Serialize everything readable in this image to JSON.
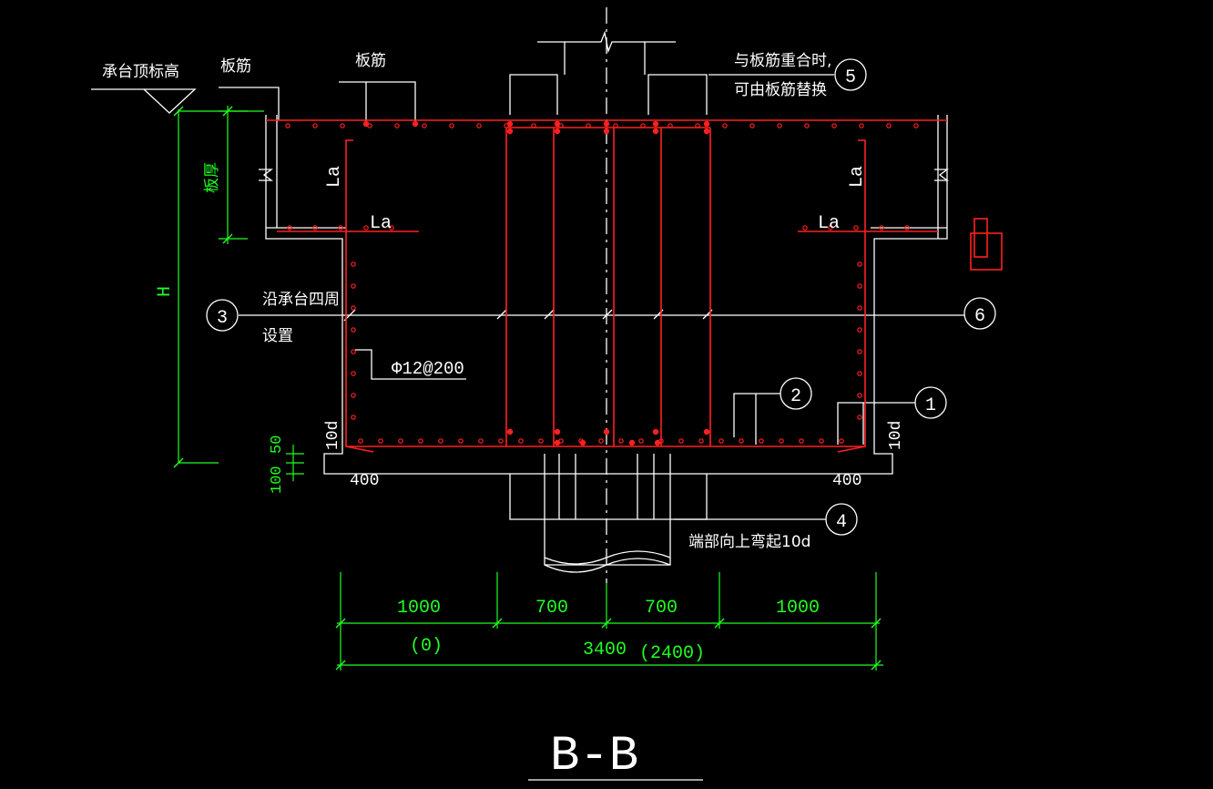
{
  "labels": {
    "cap_top_elev": "承台顶标高",
    "slab_rebar_1": "板筋",
    "slab_rebar_2": "板筋",
    "note5_line1": "与板筋重合时,",
    "note5_line2": "可由板筋替换",
    "la_left_v": "La",
    "la_left_h": "La",
    "la_right_v": "La",
    "la_right_h": "La",
    "note3_line1": "沿承台四周",
    "note3_line2": "设置",
    "stirrup": "Φ12@200",
    "ten_d_left": "10d",
    "ten_d_right": "10d",
    "cover_left": "400",
    "cover_right": "400",
    "note4": "端部向上弯起10d",
    "section_title": "B-B"
  },
  "callouts": [
    "5",
    "3",
    "6",
    "2",
    "1",
    "4"
  ],
  "dims": {
    "H": "H",
    "slab_thk": "板厚",
    "d50": "50",
    "d100": "100",
    "seg1": "1000",
    "seg2": "700",
    "seg3": "700",
    "seg4": "1000",
    "seg1_alt": "(0)",
    "total": "3400",
    "total_alt": "(2400)"
  },
  "colors": {
    "background": "#000000",
    "outline": "#ffffff",
    "rebar": "#ff2020",
    "dimension": "#20ff20"
  }
}
